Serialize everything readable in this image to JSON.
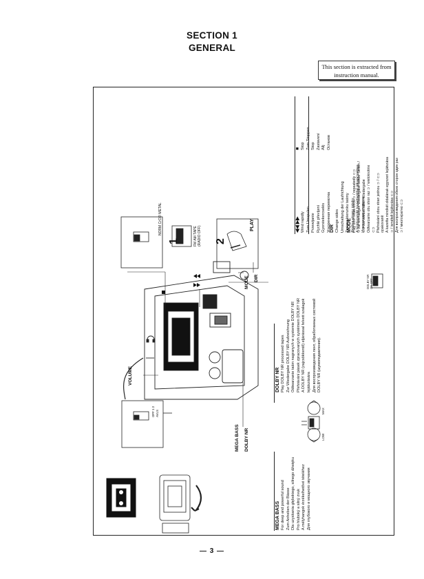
{
  "header": {
    "title": "SECTION 1",
    "subtitle": "GENERAL",
    "note": "This section is extracted from instruction manual."
  },
  "labels": {
    "volume": "VOLUME",
    "mega_bass": "MEGA BASS",
    "dolby_nr": "DOLBY NR",
    "mode": "MODE",
    "dir": "DIR",
    "play": "PLAY",
    "step1": "1",
    "step2": "2",
    "stop_symbol": "■",
    "ffrew_symbol": "◀◀ ▶▶",
    "tape_switch": [
      "NORM",
      "CrO2/",
      "METAL"
    ],
    "radio_switch": [
      "FM AM TAPE",
      "(RADIO OFF)"
    ],
    "avls_switch": [
      "OFF 1 2",
      "AVLS"
    ],
    "dolby_switch": [
      "DOLBY NR",
      "ON",
      "OFF"
    ],
    "bass_max": "MAX",
    "bass_low": "LOW"
  },
  "texts": {
    "mega_bass": {
      "heading": "MEGA BASS",
      "lines": [
        "For deep and powerful sound",
        "Zum Anheben der Bässe",
        "Dla uzyskania głębokiego, silnego dźwięku",
        "Pro hluboký a silný zvuk",
        "A mélyhangok érzékelhetővé tételéhez",
        "Для глубокого и мощного звучания"
      ]
    },
    "dolby": {
      "heading": "DOLBY NR",
      "lines": [
        "Play DOLBY NR processed tapes",
        "Zur Wiedergabe DOLBY NR-Aufzeichnung",
        "Odtwarzanie taśm nagranych w systemie DOLBY NR",
        "Přehrávání pásek zpracovaných systémem DOLBY NR",
        "A DOLBY NR (zajcsökkentő) eljárással felvett szalagok",
        "lejátszására",
        "Для воспроизведения лент, обработанных системой",
        "DOLBY NR (шумоподавления)."
      ]
    },
    "ffrew": {
      "heading": "◀◀ ▶▶",
      "lines": [
        "Wind rapidly",
        "Zum Umspulen",
        "Przewijanie",
        "Rychlé převíjení",
        "Gyorstekercselés",
        "Ускоренная перемотка"
      ]
    },
    "stop": {
      "heading": "■",
      "lines": [
        "Stop",
        "Zum Stoppen",
        "Stop",
        "Zastavení",
        "Állj",
        "Останов"
      ]
    },
    "dir": {
      "heading": "DIR",
      "lines": [
        "Change sides",
        "Umschaltung der Laufrichtung",
        "Zmiana kierunku taśmy",
        "Změna strany pásky",
        "A lejátszandó kazettaoldal átkapcsolása",
        "Изменение стороны"
      ]
    },
    "mode": {
      "heading": "MODE",
      "lines": [
        "Play both sides once ⊃ / repeatedly ⊂⊃",
        "⊃ zur einmaligen Wiedergabe beider Seiten /",
        "⊂⊃ zur wiederholten Wiedergabe",
        "Odtwarzanie obu stron raz ⊃ / wielokrotnie",
        "⊂⊃",
        "Přehrávání obou stran jednou ⊃ / ⊂⊃",
        "opakovaně",
        "A kazetta mindkét oldalának egyszeri lejátszása",
        "⊃ / ismételt lejátszása ⊂⊃",
        "Для воспроизведения обеих сторон один раз",
        "⊃ / многократно ⊂⊃"
      ]
    }
  },
  "footer": {
    "page": "— 3 —"
  }
}
